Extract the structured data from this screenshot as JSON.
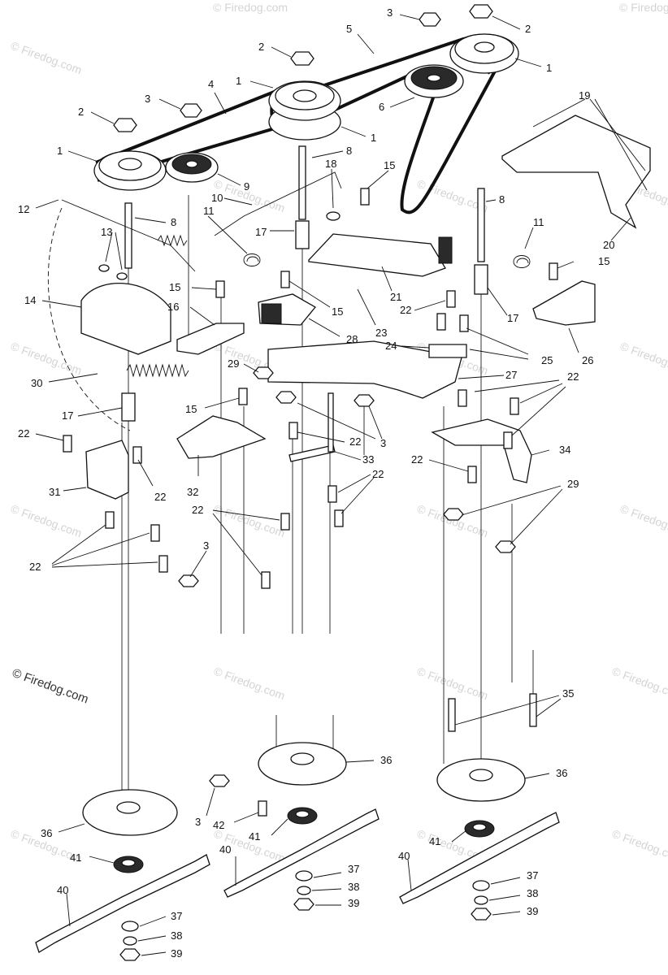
{
  "watermark": {
    "text": "© Firedog.com"
  },
  "copyright": {
    "text": "© Firedog.com"
  },
  "callouts": [
    {
      "id": "c3a",
      "text": "3"
    },
    {
      "id": "c2a",
      "text": "2"
    },
    {
      "id": "c5",
      "text": "5"
    },
    {
      "id": "c2b",
      "text": "2"
    },
    {
      "id": "c1a",
      "text": "1"
    },
    {
      "id": "c1b",
      "text": "1"
    },
    {
      "id": "c3b",
      "text": "3"
    },
    {
      "id": "c4",
      "text": "4"
    },
    {
      "id": "c2c",
      "text": "2"
    },
    {
      "id": "c6",
      "text": "6"
    },
    {
      "id": "c1c",
      "text": "1"
    },
    {
      "id": "c19",
      "text": "19"
    },
    {
      "id": "c1d",
      "text": "1"
    },
    {
      "id": "c8a",
      "text": "8"
    },
    {
      "id": "c9",
      "text": "9"
    },
    {
      "id": "c18",
      "text": "18"
    },
    {
      "id": "c15a",
      "text": "15"
    },
    {
      "id": "c10",
      "text": "10"
    },
    {
      "id": "c12",
      "text": "12"
    },
    {
      "id": "c8b",
      "text": "8"
    },
    {
      "id": "c8c",
      "text": "8"
    },
    {
      "id": "c11a",
      "text": "11"
    },
    {
      "id": "c17a",
      "text": "17"
    },
    {
      "id": "c11b",
      "text": "11"
    },
    {
      "id": "c13",
      "text": "13"
    },
    {
      "id": "c20",
      "text": "20"
    },
    {
      "id": "c15b",
      "text": "15"
    },
    {
      "id": "c21",
      "text": "21"
    },
    {
      "id": "c15c",
      "text": "15"
    },
    {
      "id": "c14",
      "text": "14"
    },
    {
      "id": "c15d",
      "text": "15"
    },
    {
      "id": "c16",
      "text": "16"
    },
    {
      "id": "c22a",
      "text": "22"
    },
    {
      "id": "c17b",
      "text": "17"
    },
    {
      "id": "c23",
      "text": "23"
    },
    {
      "id": "c28",
      "text": "28"
    },
    {
      "id": "c24",
      "text": "24"
    },
    {
      "id": "c25",
      "text": "25"
    },
    {
      "id": "c26",
      "text": "26"
    },
    {
      "id": "c29a",
      "text": "29"
    },
    {
      "id": "c27",
      "text": "27"
    },
    {
      "id": "c22b",
      "text": "22"
    },
    {
      "id": "c30",
      "text": "30"
    },
    {
      "id": "c15e",
      "text": "15"
    },
    {
      "id": "c17c",
      "text": "17"
    },
    {
      "id": "c3c",
      "text": "3"
    },
    {
      "id": "c22c",
      "text": "22"
    },
    {
      "id": "c22d",
      "text": "22"
    },
    {
      "id": "c34",
      "text": "34"
    },
    {
      "id": "c33",
      "text": "33"
    },
    {
      "id": "c22e",
      "text": "22"
    },
    {
      "id": "c22f",
      "text": "22"
    },
    {
      "id": "c31",
      "text": "31"
    },
    {
      "id": "c22g",
      "text": "22"
    },
    {
      "id": "c32",
      "text": "32"
    },
    {
      "id": "c29b",
      "text": "29"
    },
    {
      "id": "c22h",
      "text": "22"
    },
    {
      "id": "c3d",
      "text": "3"
    },
    {
      "id": "c22i",
      "text": "22"
    },
    {
      "id": "c35",
      "text": "35"
    },
    {
      "id": "c36a",
      "text": "36"
    },
    {
      "id": "c36b",
      "text": "36"
    },
    {
      "id": "c3e",
      "text": "3"
    },
    {
      "id": "c42",
      "text": "42"
    },
    {
      "id": "c41a",
      "text": "41"
    },
    {
      "id": "c36c",
      "text": "36"
    },
    {
      "id": "c40a",
      "text": "40"
    },
    {
      "id": "c41b",
      "text": "41"
    },
    {
      "id": "c37a",
      "text": "37"
    },
    {
      "id": "c40b",
      "text": "40"
    },
    {
      "id": "c41c",
      "text": "41"
    },
    {
      "id": "c38a",
      "text": "38"
    },
    {
      "id": "c39a",
      "text": "39"
    },
    {
      "id": "c40c",
      "text": "40"
    },
    {
      "id": "c37b",
      "text": "37"
    },
    {
      "id": "c38b",
      "text": "38"
    },
    {
      "id": "c39b",
      "text": "39"
    },
    {
      "id": "c37c",
      "text": "37"
    },
    {
      "id": "c38c",
      "text": "38"
    },
    {
      "id": "c39c",
      "text": "39"
    }
  ]
}
